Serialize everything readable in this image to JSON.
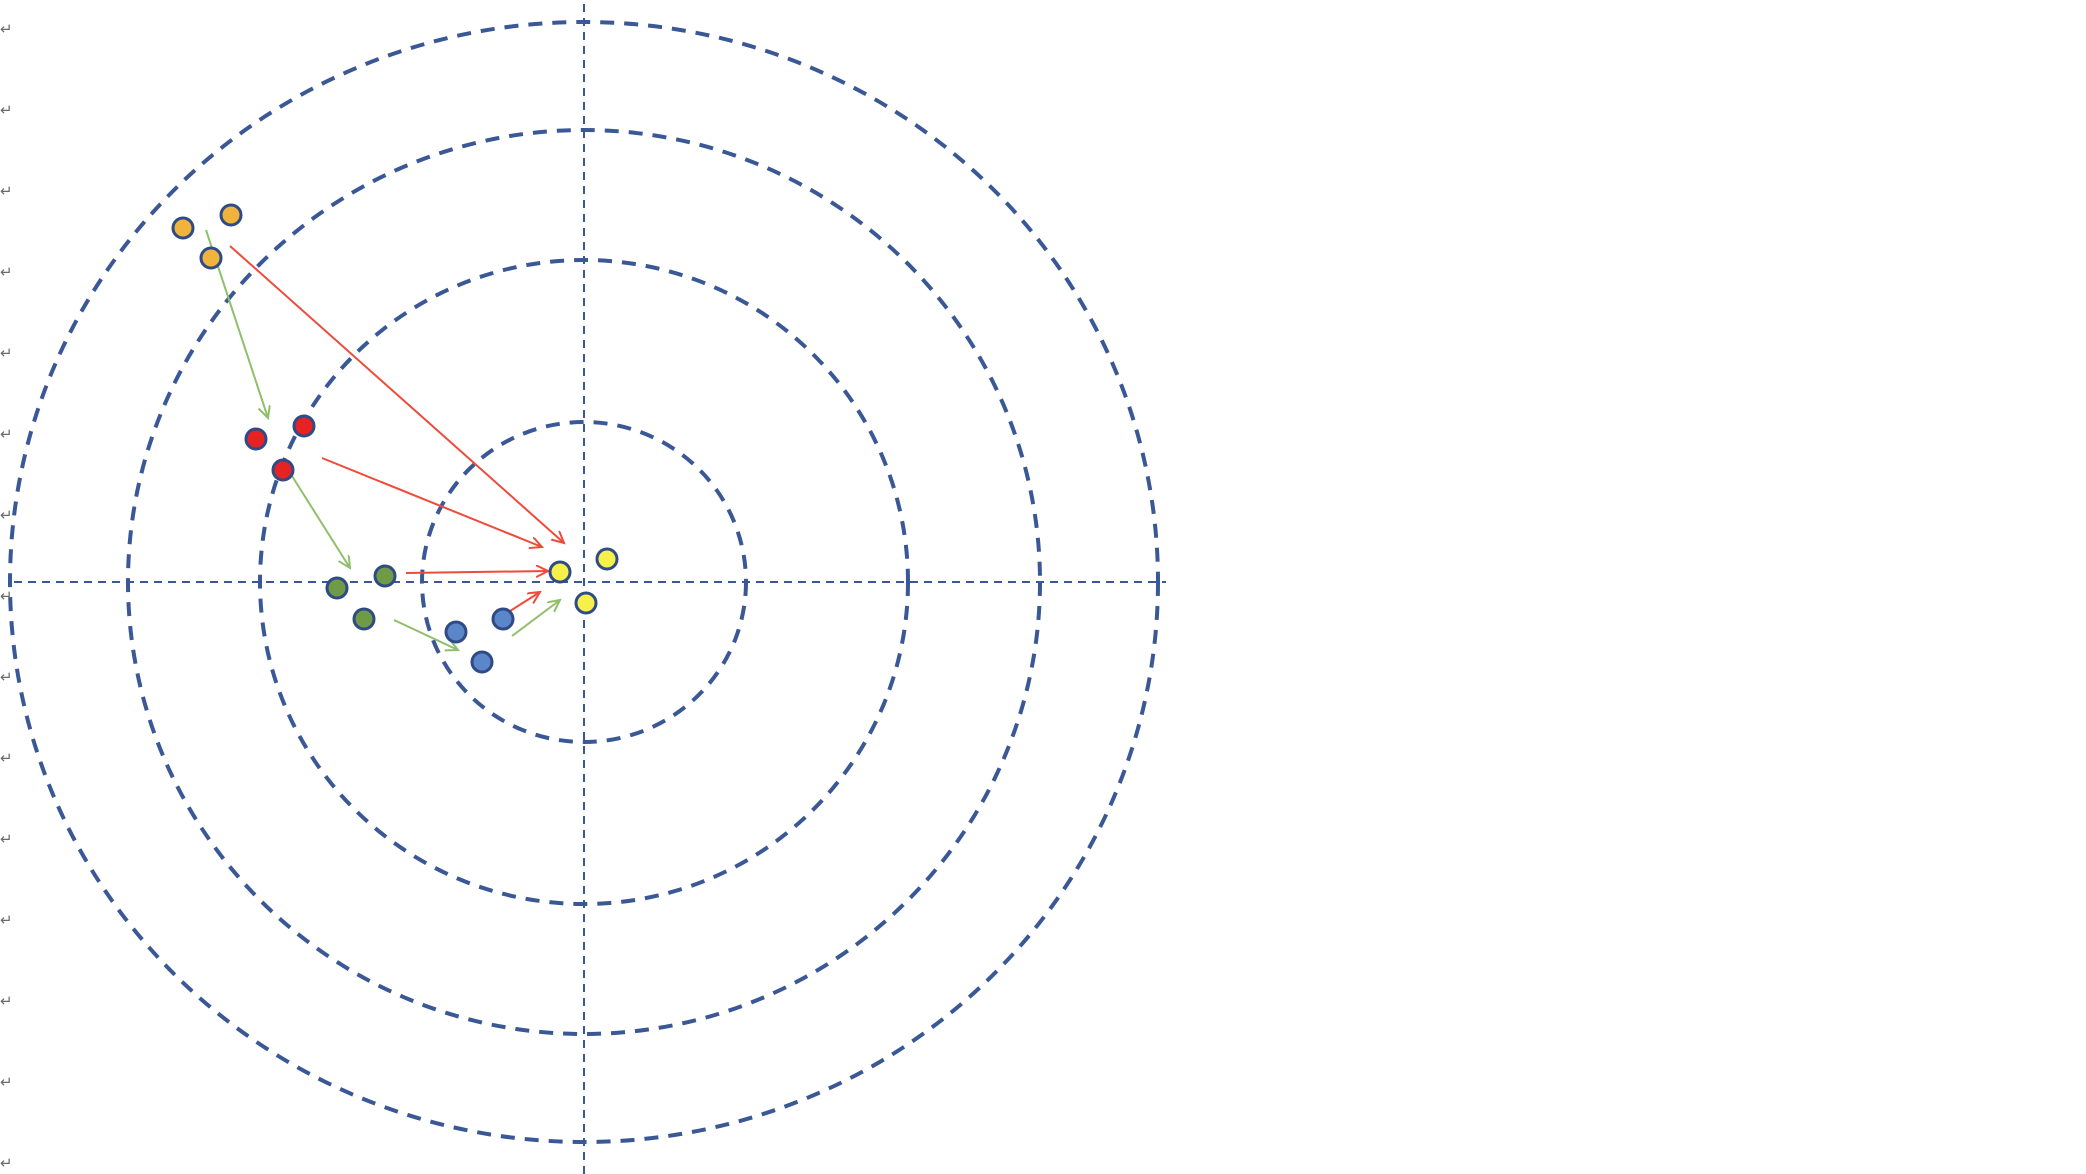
{
  "document": {
    "paragraph_mark": "↵"
  },
  "diagram": {
    "type": "concentric-target",
    "ring_count": 4,
    "ring_style": "dashed",
    "axes": "dashed crosshair",
    "colors": {
      "ring": "#3a5796",
      "axis": "#3a5796",
      "dot_outline": "#2f4b86",
      "orange": "#f0b43c",
      "red": "#e62222",
      "green": "#6f9b47",
      "blue": "#5b86c9",
      "yellow": "#f6f04a",
      "green_arrow": "#8fbf6a",
      "red_arrow": "#ef4a3a"
    },
    "dot_groups": [
      {
        "name": "orange",
        "count": 3
      },
      {
        "name": "red",
        "count": 3
      },
      {
        "name": "green",
        "count": 3
      },
      {
        "name": "blue",
        "count": 3
      },
      {
        "name": "yellow",
        "count": 3
      }
    ],
    "arrows": [
      {
        "color": "green",
        "from": "orange",
        "to": "red"
      },
      {
        "color": "green",
        "from": "red",
        "to": "green"
      },
      {
        "color": "green",
        "from": "green",
        "to": "blue"
      },
      {
        "color": "green",
        "from": "blue",
        "to": "yellow"
      },
      {
        "color": "red",
        "from": "orange",
        "to": "yellow"
      },
      {
        "color": "red",
        "from": "red",
        "to": "yellow"
      },
      {
        "color": "red",
        "from": "green",
        "to": "yellow"
      },
      {
        "color": "red",
        "from": "blue",
        "to": "yellow"
      }
    ]
  }
}
